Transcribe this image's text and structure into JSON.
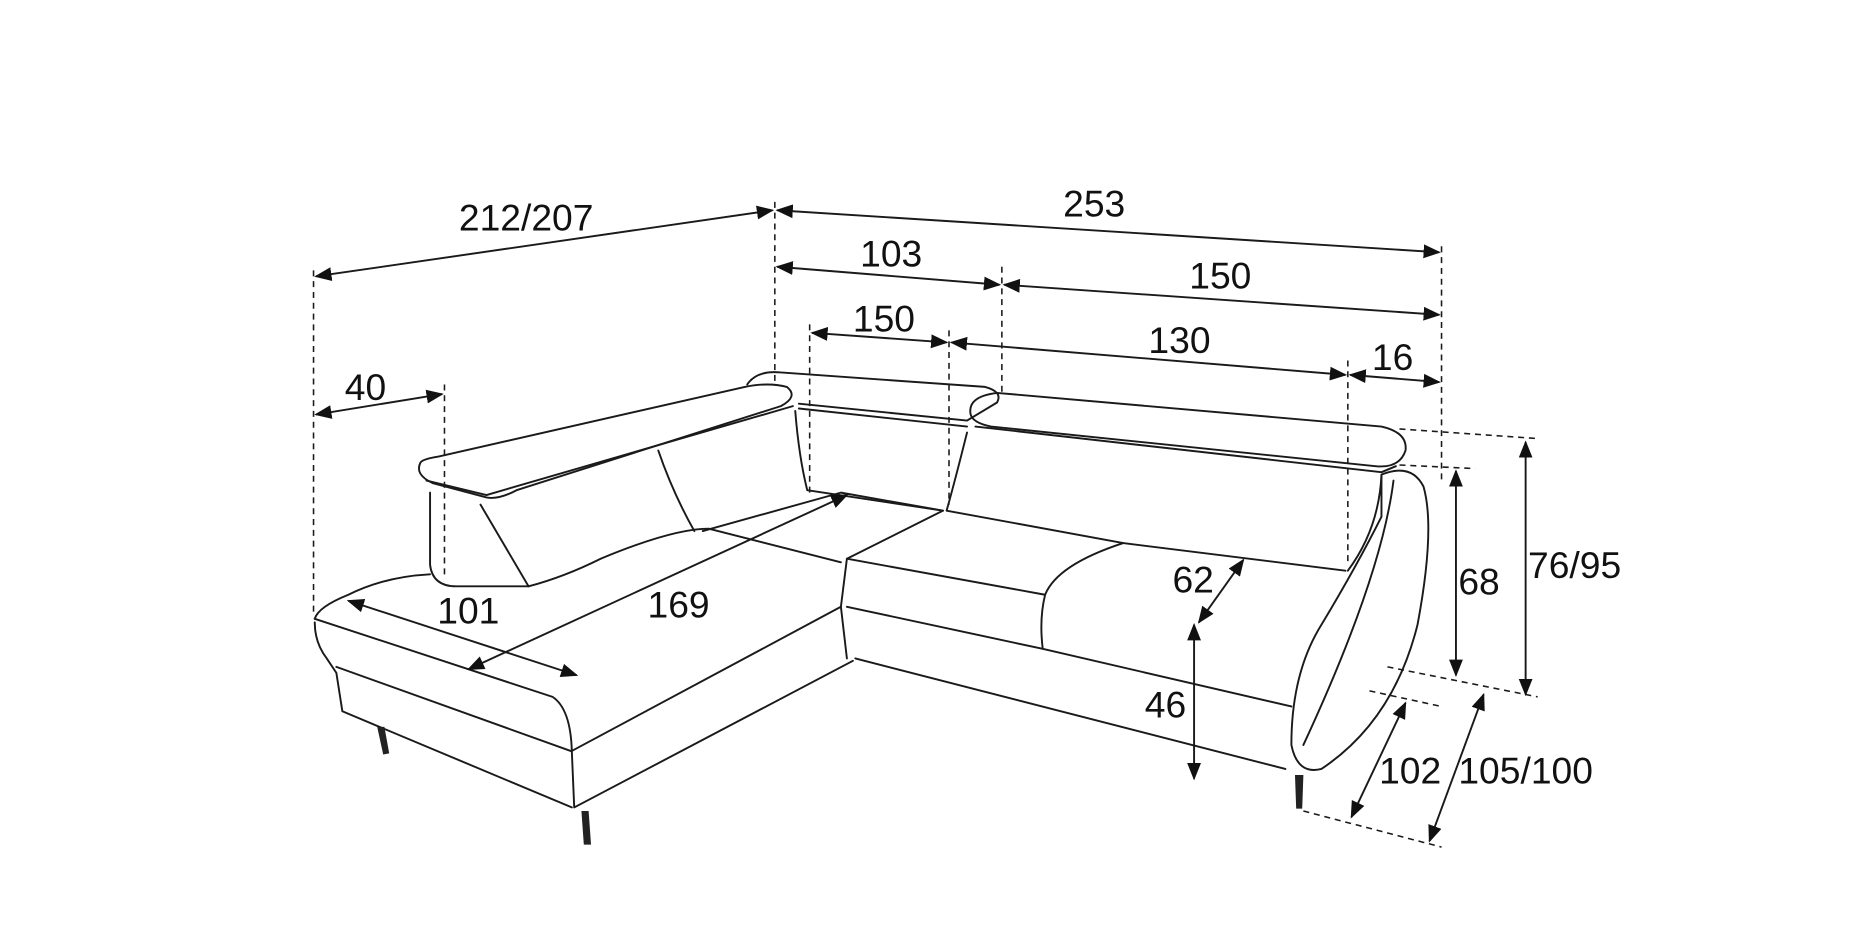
{
  "title": "Corner sofa dimensions",
  "dimensions": {
    "total_left_depth": "212/207",
    "total_width": "253",
    "backrest_left_section": "103",
    "backrest_right_section": "150",
    "chaise_width": "150",
    "seat_width": "130",
    "armrest_width_right": "16",
    "armrest_width_left": "40",
    "chaise_seat_width": "101",
    "chaise_length": "169",
    "seat_depth": "62",
    "seat_height": "46",
    "back_height": "68",
    "total_height": "76/95",
    "depth": "102",
    "total_depth": "105/100"
  }
}
